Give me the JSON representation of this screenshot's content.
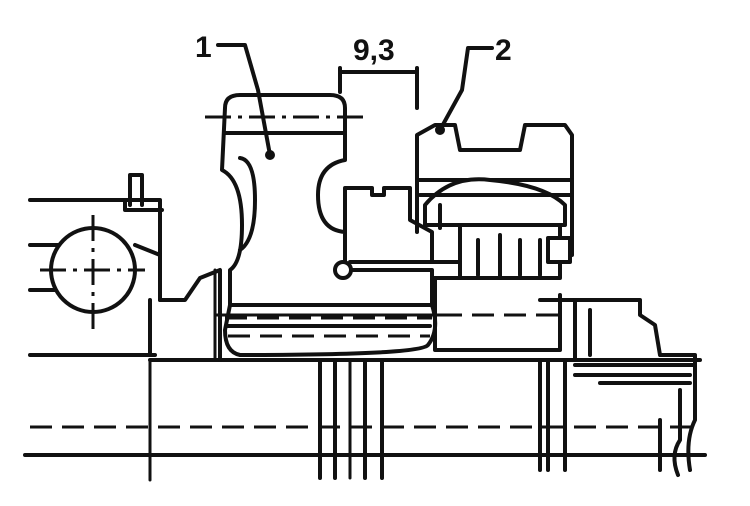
{
  "labels": {
    "part1": "1",
    "part2": "2",
    "dimension": "9,3"
  }
}
